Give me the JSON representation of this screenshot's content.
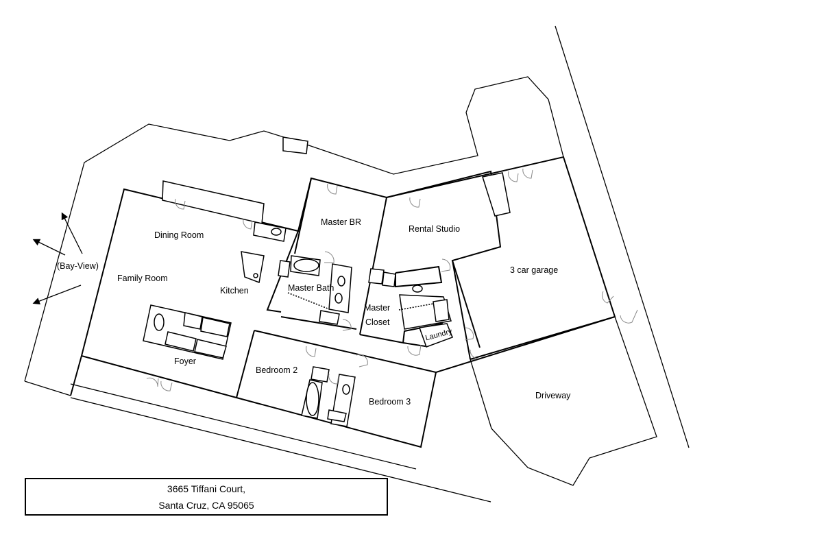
{
  "rooms": {
    "dining_room": "Dining Room",
    "family_room": "Family Room",
    "kitchen": "Kitchen",
    "foyer": "Foyer",
    "master_br": "Master BR",
    "master_bath": "Master Bath",
    "master_closet_line1": "Master",
    "master_closet_line2": "Closet",
    "rental_studio": "Rental Studio",
    "garage": "3 car garage",
    "laundry": "Laundry",
    "bedroom_2": "Bedroom 2",
    "bedroom_3": "Bedroom 3",
    "driveway": "Driveway"
  },
  "annotations": {
    "view": "(Bay-View)"
  },
  "address": {
    "line1": "3665 Tiffani Court,",
    "line2": "Santa Cruz, CA 95065"
  }
}
